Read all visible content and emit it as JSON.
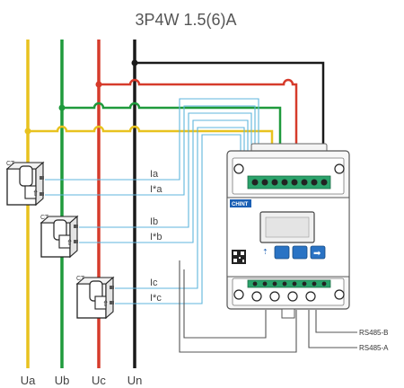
{
  "title": "3P4W  1.5(6)A",
  "colors": {
    "phase_a": "#e8c21f",
    "phase_b": "#1f9a3c",
    "phase_c": "#d63b2b",
    "neutral": "#1a1a1a",
    "ct_wire": "#5fb6dd",
    "signal": "#555555",
    "brand": "#1a5fb4",
    "button": "#2a73c4"
  },
  "bus_labels": [
    "Ua",
    "Ub",
    "Uc",
    "Un"
  ],
  "ct_label": "CT",
  "ct_lead_labels": [
    "Ia",
    "I*a",
    "Ib",
    "I*b",
    "Ic",
    "I*c"
  ],
  "meter": {
    "brand": "CHINT"
  },
  "rs485": {
    "b_label": "RS485-B",
    "a_label": "RS485-A"
  },
  "icons": {
    "up_arrow": "up-arrow-icon",
    "arrow_right": "arrow-right-icon"
  }
}
